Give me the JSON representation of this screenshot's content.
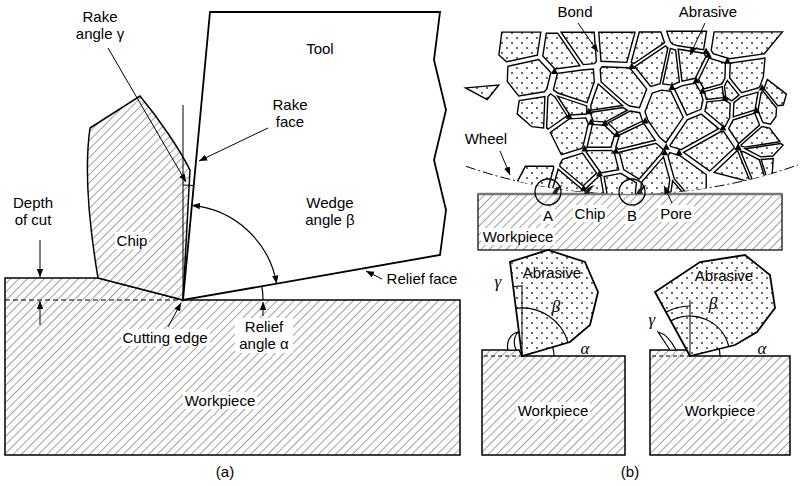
{
  "diagram": {
    "labels": [
      "Rake angle γ",
      "Tool",
      "Rake face",
      "Depth of cut",
      "Wedge angle β",
      "Chip",
      "Relief face",
      "Cutting edge",
      "Relief angle α",
      "Workpiece",
      "(a)",
      "Bond",
      "Abrasive",
      "Wheel",
      "A",
      "Chip",
      "B",
      "Pore",
      "Workpiece",
      "γ",
      "Abrasive",
      "β",
      "α",
      "Workpiece",
      "γ",
      "Abrasive",
      "β",
      "α",
      "Workpiece",
      "(b)"
    ]
  }
}
